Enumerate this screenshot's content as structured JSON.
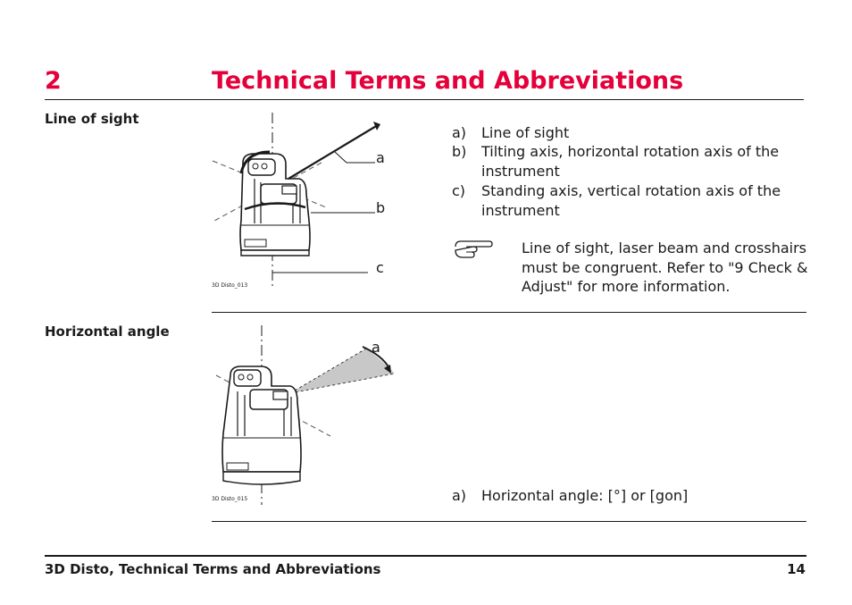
{
  "chapter": {
    "number": "2",
    "title": "Technical Terms and Abbreviations"
  },
  "sections": [
    {
      "heading": "Line of sight",
      "figure_caption": "3D Disto_013",
      "callouts": [
        "a",
        "b",
        "c"
      ],
      "items": [
        {
          "label": "a)",
          "text": "Line of sight"
        },
        {
          "label": "b)",
          "text_lines": [
            "Tilting axis, horizontal rotation axis of the",
            "instrument"
          ]
        },
        {
          "label": "c)",
          "text_lines": [
            "Standing axis, vertical rotation axis of the",
            "instrument"
          ]
        }
      ],
      "note": {
        "icon": "pointing-hand-icon",
        "lines": [
          "Line of sight, laser beam and crosshairs",
          "must be congruent. Refer to \"9 Check &",
          "Adjust\" for more information."
        ]
      }
    },
    {
      "heading": "Horizontal angle",
      "figure_caption": "3D Disto_015",
      "callouts": [
        "a"
      ],
      "items": [
        {
          "label": "a)",
          "text": "Horizontal angle: [°] or [gon]"
        }
      ]
    }
  ],
  "footer": {
    "title": "3D Disto, Technical Terms and Abbreviations",
    "page": "14"
  },
  "colors": {
    "accent": "#e4003a",
    "text": "#1a1a1a",
    "angle_fill": "#c8c8c8"
  }
}
